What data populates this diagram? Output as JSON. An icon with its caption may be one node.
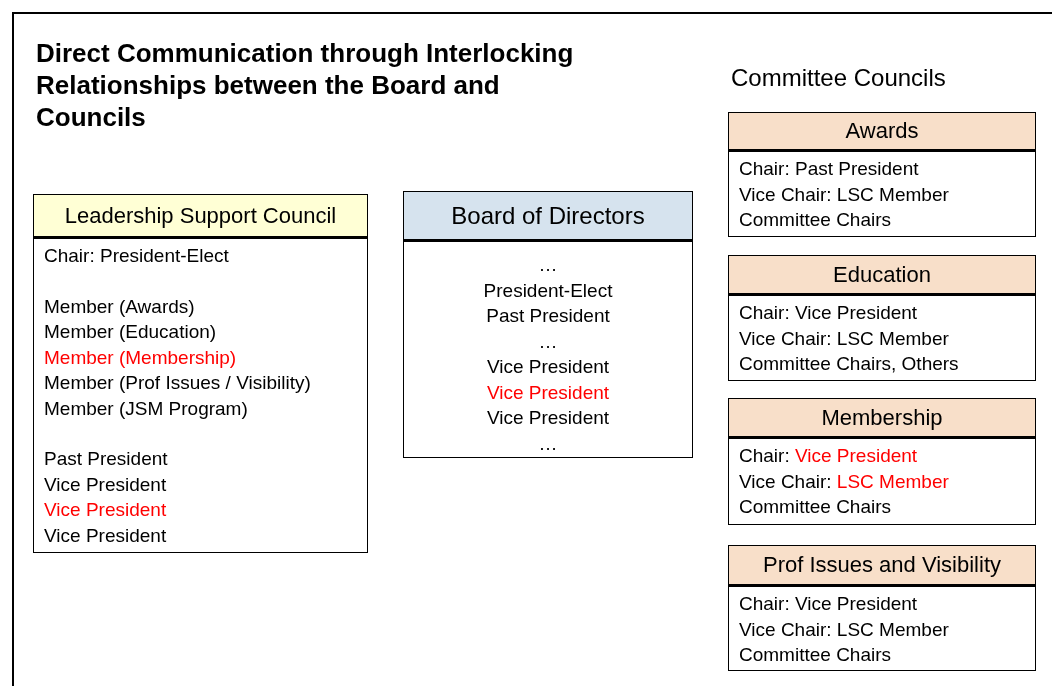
{
  "diagram": {
    "title": "Direct Communication through Interlocking Relationships between the Board and Councils",
    "nodes": [
      {
        "text": [
          "Leadership Support Council",
          "Chair: President-Elect",
          "Member (Awards)",
          "Member (Education)",
          "Member (Membership)",
          "Member (Prof Issues / Visibility)",
          "Member (JSM Program)",
          "Past President",
          "Vice President",
          "Vice President",
          "Vice President"
        ]
      },
      {
        "text": [
          "Board of Directors",
          "…",
          "President-Elect",
          "Past President",
          "…",
          "Vice President",
          "Vice President",
          "Vice President",
          "…"
        ]
      },
      {
        "text": [
          "Awards",
          "Chair: Past President",
          "Vice Chair: LSC Member",
          "Committee Chairs"
        ]
      },
      {
        "text": [
          "Education",
          "Chair: Vice President",
          "Vice Chair: LSC Member",
          "Committee Chairs, Others"
        ]
      },
      {
        "text": [
          "Membership",
          "Chair: Vice President",
          "Vice Chair: LSC Member",
          "Committee Chairs"
        ]
      },
      {
        "text": [
          "Prof Issues and Visibility",
          "Chair: Vice President",
          "Vice Chair: LSC Member",
          "Committee Chairs"
        ]
      }
    ],
    "edges": [],
    "labels": [
      "Committee Councils"
    ]
  }
}
